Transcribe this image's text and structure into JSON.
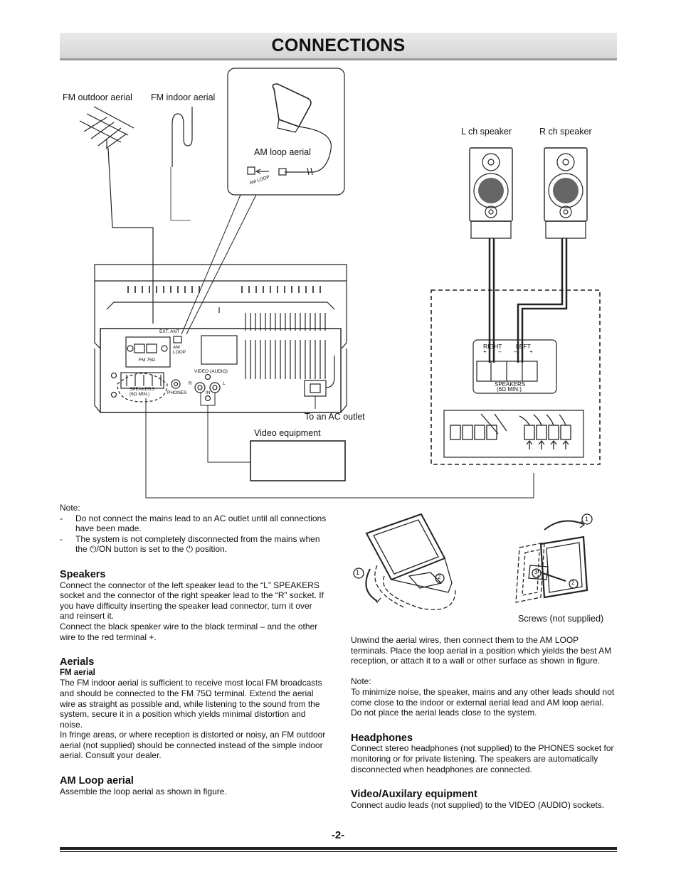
{
  "header": {
    "title": "CONNECTIONS"
  },
  "diagram": {
    "fm_outdoor": "FM outdoor aerial",
    "fm_indoor": "FM indoor aerial",
    "am_loop": "AM loop aerial",
    "am_loop_small": "AM LOOP",
    "l_speaker": "L ch speaker",
    "r_speaker": "R ch speaker",
    "ac_outlet": "To an AC outlet",
    "video_equipment": "Video equipment",
    "ext_ant": "EXT. ANT",
    "am_loop_panel": "AM LOOP",
    "fm75": "FM 75Ω",
    "speakers_panel": "SPEAKERS",
    "speakers_min": "(6Ω MIN.)",
    "phones": "PHONES",
    "video_audio": "VIDEO (AUDIO)",
    "in": "IN",
    "r": "R",
    "l": "L",
    "right": "RIGHT",
    "left": "LEFT",
    "plus": "+",
    "minus": "–",
    "speakers_big": "SPEAKERS",
    "speakers_big_min": "(6Ω MIN.)",
    "screws": "Screws (not supplied)",
    "num1": "1",
    "num2": "2",
    "num3": "3"
  },
  "left_column": {
    "note_label": "Note:",
    "notes": [
      "Do not connect the mains lead to an AC outlet until all connections have been made.",
      "The system is not completely disconnected from the mains when the ⏻/ON button is set to the ⏻ position."
    ],
    "speakers_heading": "Speakers",
    "speakers_p1": "Connect the connector of the left speaker lead to the “L” SPEAKERS socket and the connector of the right speaker lead to the “R” socket. If you have difficulty inserting the speaker lead connector, turn it over and reinsert it.",
    "speakers_p2": "Connect the black speaker wire to the black terminal – and the other wire to the red terminal +.",
    "aerials_heading": "Aerials",
    "fm_aerial_heading": "FM aerial",
    "fm_p1": "The FM indoor aerial is sufficient to receive most local FM broadcasts and should be connected to the FM 75Ω terminal. Extend the aerial wire as straight as possible and, while listening to the sound from the system, secure it in a position which yields minimal distortion and noise.",
    "fm_p2": "In fringe areas, or where reception is distorted or noisy, an FM outdoor aerial (not supplied) should be connected instead of the simple indoor aerial. Consult your dealer.",
    "am_heading": "AM Loop aerial",
    "am_p1": "Assemble the loop aerial as shown in figure."
  },
  "right_column": {
    "unwind_p": "Unwind the aerial wires, then connect them to the AM LOOP terminals. Place the loop aerial in a position which yields the best AM reception, or attach it to a wall or other surface as shown in figure.",
    "note_label": "Note:",
    "note_p": "To minimize noise, the speaker, mains and any other leads should not come close to the indoor or external aerial lead and AM loop aerial. Do not place the aerial leads close to the system.",
    "headphones_heading": "Headphones",
    "headphones_p": "Connect stereo headphones (not supplied) to the PHONES socket for monitoring or for private listening. The speakers are automatically disconnected when headphones are connected.",
    "video_heading": "Video/Auxilary equipment",
    "video_p": "Connect audio leads (not supplied) to the VIDEO (AUDIO) sockets."
  },
  "footer": {
    "page_number": "-2-"
  }
}
